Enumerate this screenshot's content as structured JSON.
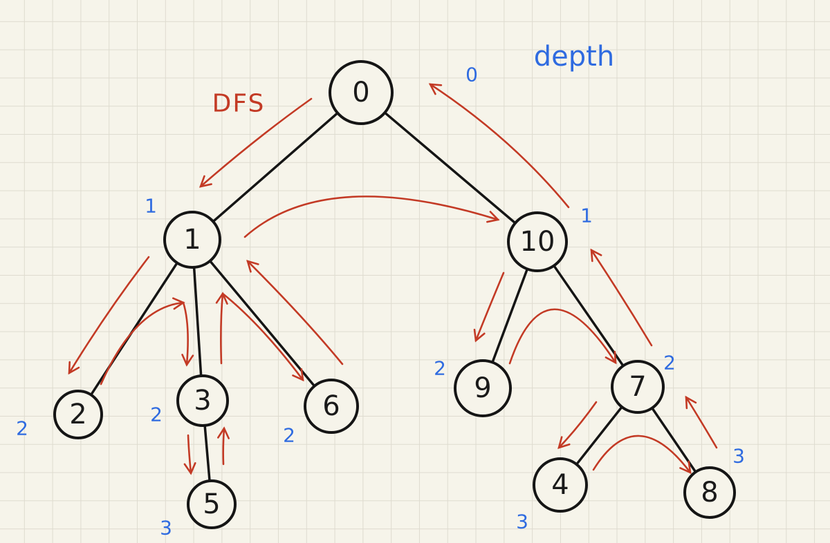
{
  "diagram": {
    "title": "DFS",
    "header_label": "depth",
    "colors": {
      "edge": "#151515",
      "node": "#151515",
      "traversal_arrow": "#c33a25",
      "depth_label": "#2f6be0",
      "background": "#f6f4ea",
      "grid": "#dedbcf"
    },
    "nodes": [
      {
        "label": "0",
        "depth": "0"
      },
      {
        "label": "1",
        "depth": "1"
      },
      {
        "label": "10",
        "depth": "1"
      },
      {
        "label": "2",
        "depth": "2"
      },
      {
        "label": "3",
        "depth": "2"
      },
      {
        "label": "6",
        "depth": "2"
      },
      {
        "label": "5",
        "depth": "3"
      },
      {
        "label": "9",
        "depth": "2"
      },
      {
        "label": "7",
        "depth": "2"
      },
      {
        "label": "4",
        "depth": "3"
      },
      {
        "label": "8",
        "depth": "3"
      }
    ],
    "edges": [
      [
        "0",
        "1"
      ],
      [
        "0",
        "10"
      ],
      [
        "1",
        "2"
      ],
      [
        "1",
        "3"
      ],
      [
        "1",
        "6"
      ],
      [
        "3",
        "5"
      ],
      [
        "10",
        "9"
      ],
      [
        "10",
        "7"
      ],
      [
        "7",
        "4"
      ],
      [
        "7",
        "8"
      ]
    ]
  }
}
